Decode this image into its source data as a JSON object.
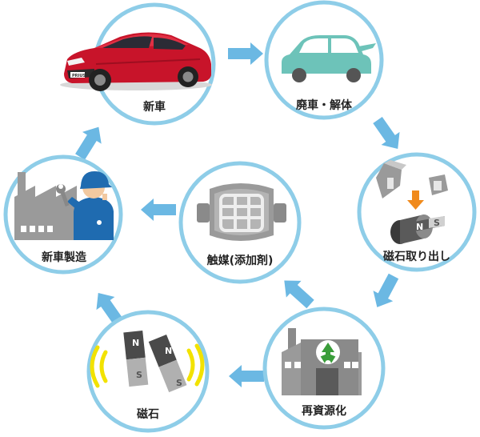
{
  "colors": {
    "circle_border": "#8ecde8",
    "arrow": "#6bb8e3",
    "recycle_green": "#3a9d3a",
    "magnet_yellow": "#f2e200",
    "car_red": "#c8142a",
    "teal_car": "#6dc3b9",
    "arrow_orange": "#f08a1c"
  },
  "nodes": {
    "new_car": {
      "label": "新車",
      "icon": "red-car-icon"
    },
    "scrapping": {
      "label": "廃車・解体",
      "icon": "teal-car-icon"
    },
    "magnet_extraction": {
      "label": "磁石取り出し",
      "icon": "magnet-extraction-icon",
      "magnet_letters": [
        "N",
        "S"
      ]
    },
    "recycling": {
      "label": "再資源化",
      "icon": "recycling-factory-icon"
    },
    "magnet": {
      "label": "磁石",
      "icon": "magnet-icon",
      "magnet_letters": [
        "N",
        "S",
        "N",
        "S"
      ]
    },
    "catalyst": {
      "label": "触媒(添加剤)",
      "icon": "catalyst-icon"
    },
    "manufacturing": {
      "label": "新車製造",
      "icon": "factory-worker-icon"
    }
  },
  "car_badge": "PRIUS"
}
